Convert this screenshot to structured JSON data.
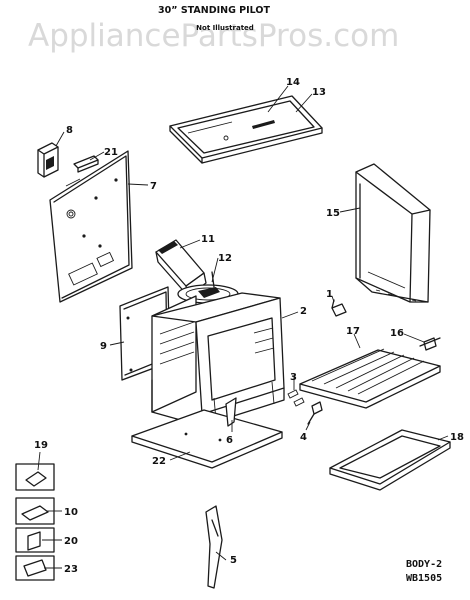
{
  "watermark": "AppliancePartsPros.com",
  "header": {
    "title": "30” STANDING PILOT",
    "subtitle": "Not Illustrated"
  },
  "footer": {
    "section_code": "BODY-2",
    "part_code": "WB1505"
  },
  "callouts": {
    "c1": "1",
    "c2": "2",
    "c3": "3",
    "c4": "4",
    "c5": "5",
    "c6": "6",
    "c7": "7",
    "c8": "8",
    "c9": "9",
    "c10": "10",
    "c11": "11",
    "c12": "12",
    "c13": "13",
    "c14": "14",
    "c15": "15",
    "c16": "16",
    "c17": "17",
    "c18": "18",
    "c19": "19",
    "c20": "20",
    "c21": "21",
    "c22": "22",
    "c23": "23"
  }
}
